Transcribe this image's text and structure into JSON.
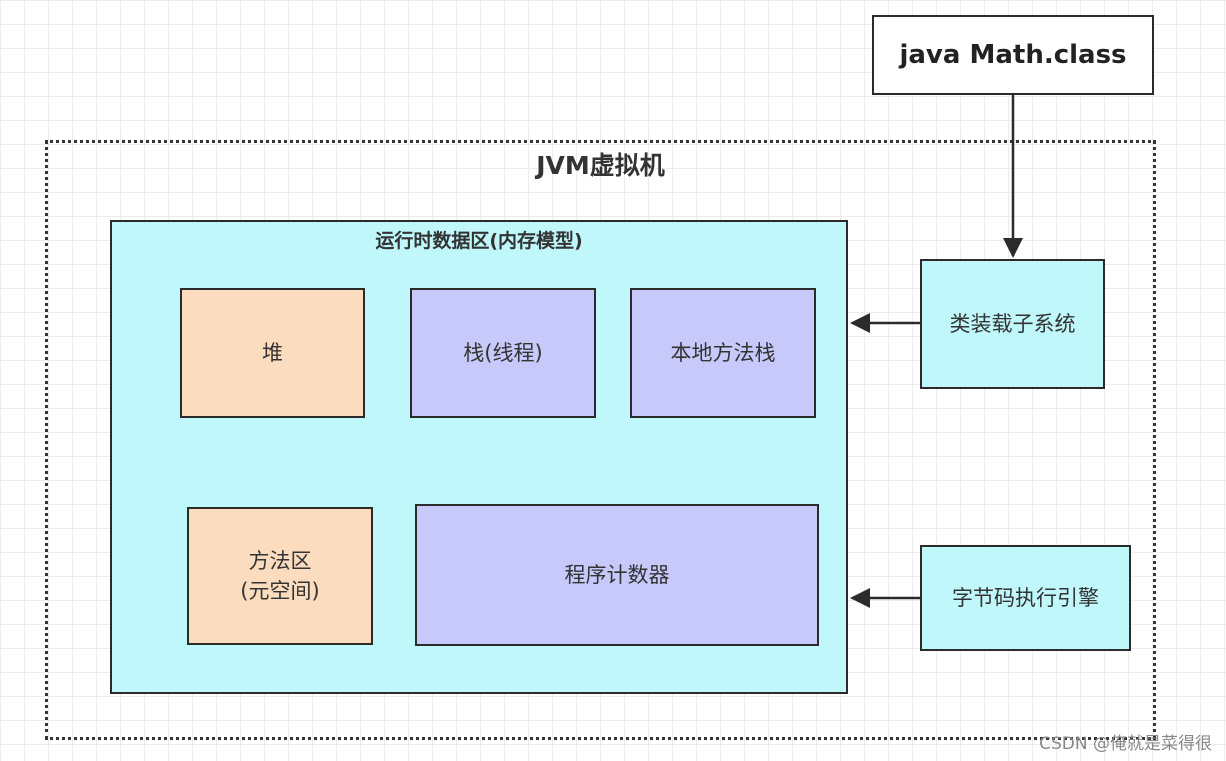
{
  "source": {
    "label": "java Math.class"
  },
  "jvm": {
    "title": "JVM虚拟机"
  },
  "runtime_area": {
    "title": "运行时数据区(内存模型)",
    "heap": "堆",
    "stack": "栈(线程)",
    "native_stack": "本地方法栈",
    "method_area_line1": "方法区",
    "method_area_line2": "(元空间)",
    "pc_register": "程序计数器"
  },
  "class_loader": {
    "label": "类装载子系统"
  },
  "execution_engine": {
    "label": "字节码执行引擎"
  },
  "watermark": "CSDN @俺就是菜得很",
  "colors": {
    "cyan": "#bff7fa",
    "peach": "#fbdcbe",
    "lavender": "#c8c9fb",
    "border": "#2b2b2b"
  }
}
